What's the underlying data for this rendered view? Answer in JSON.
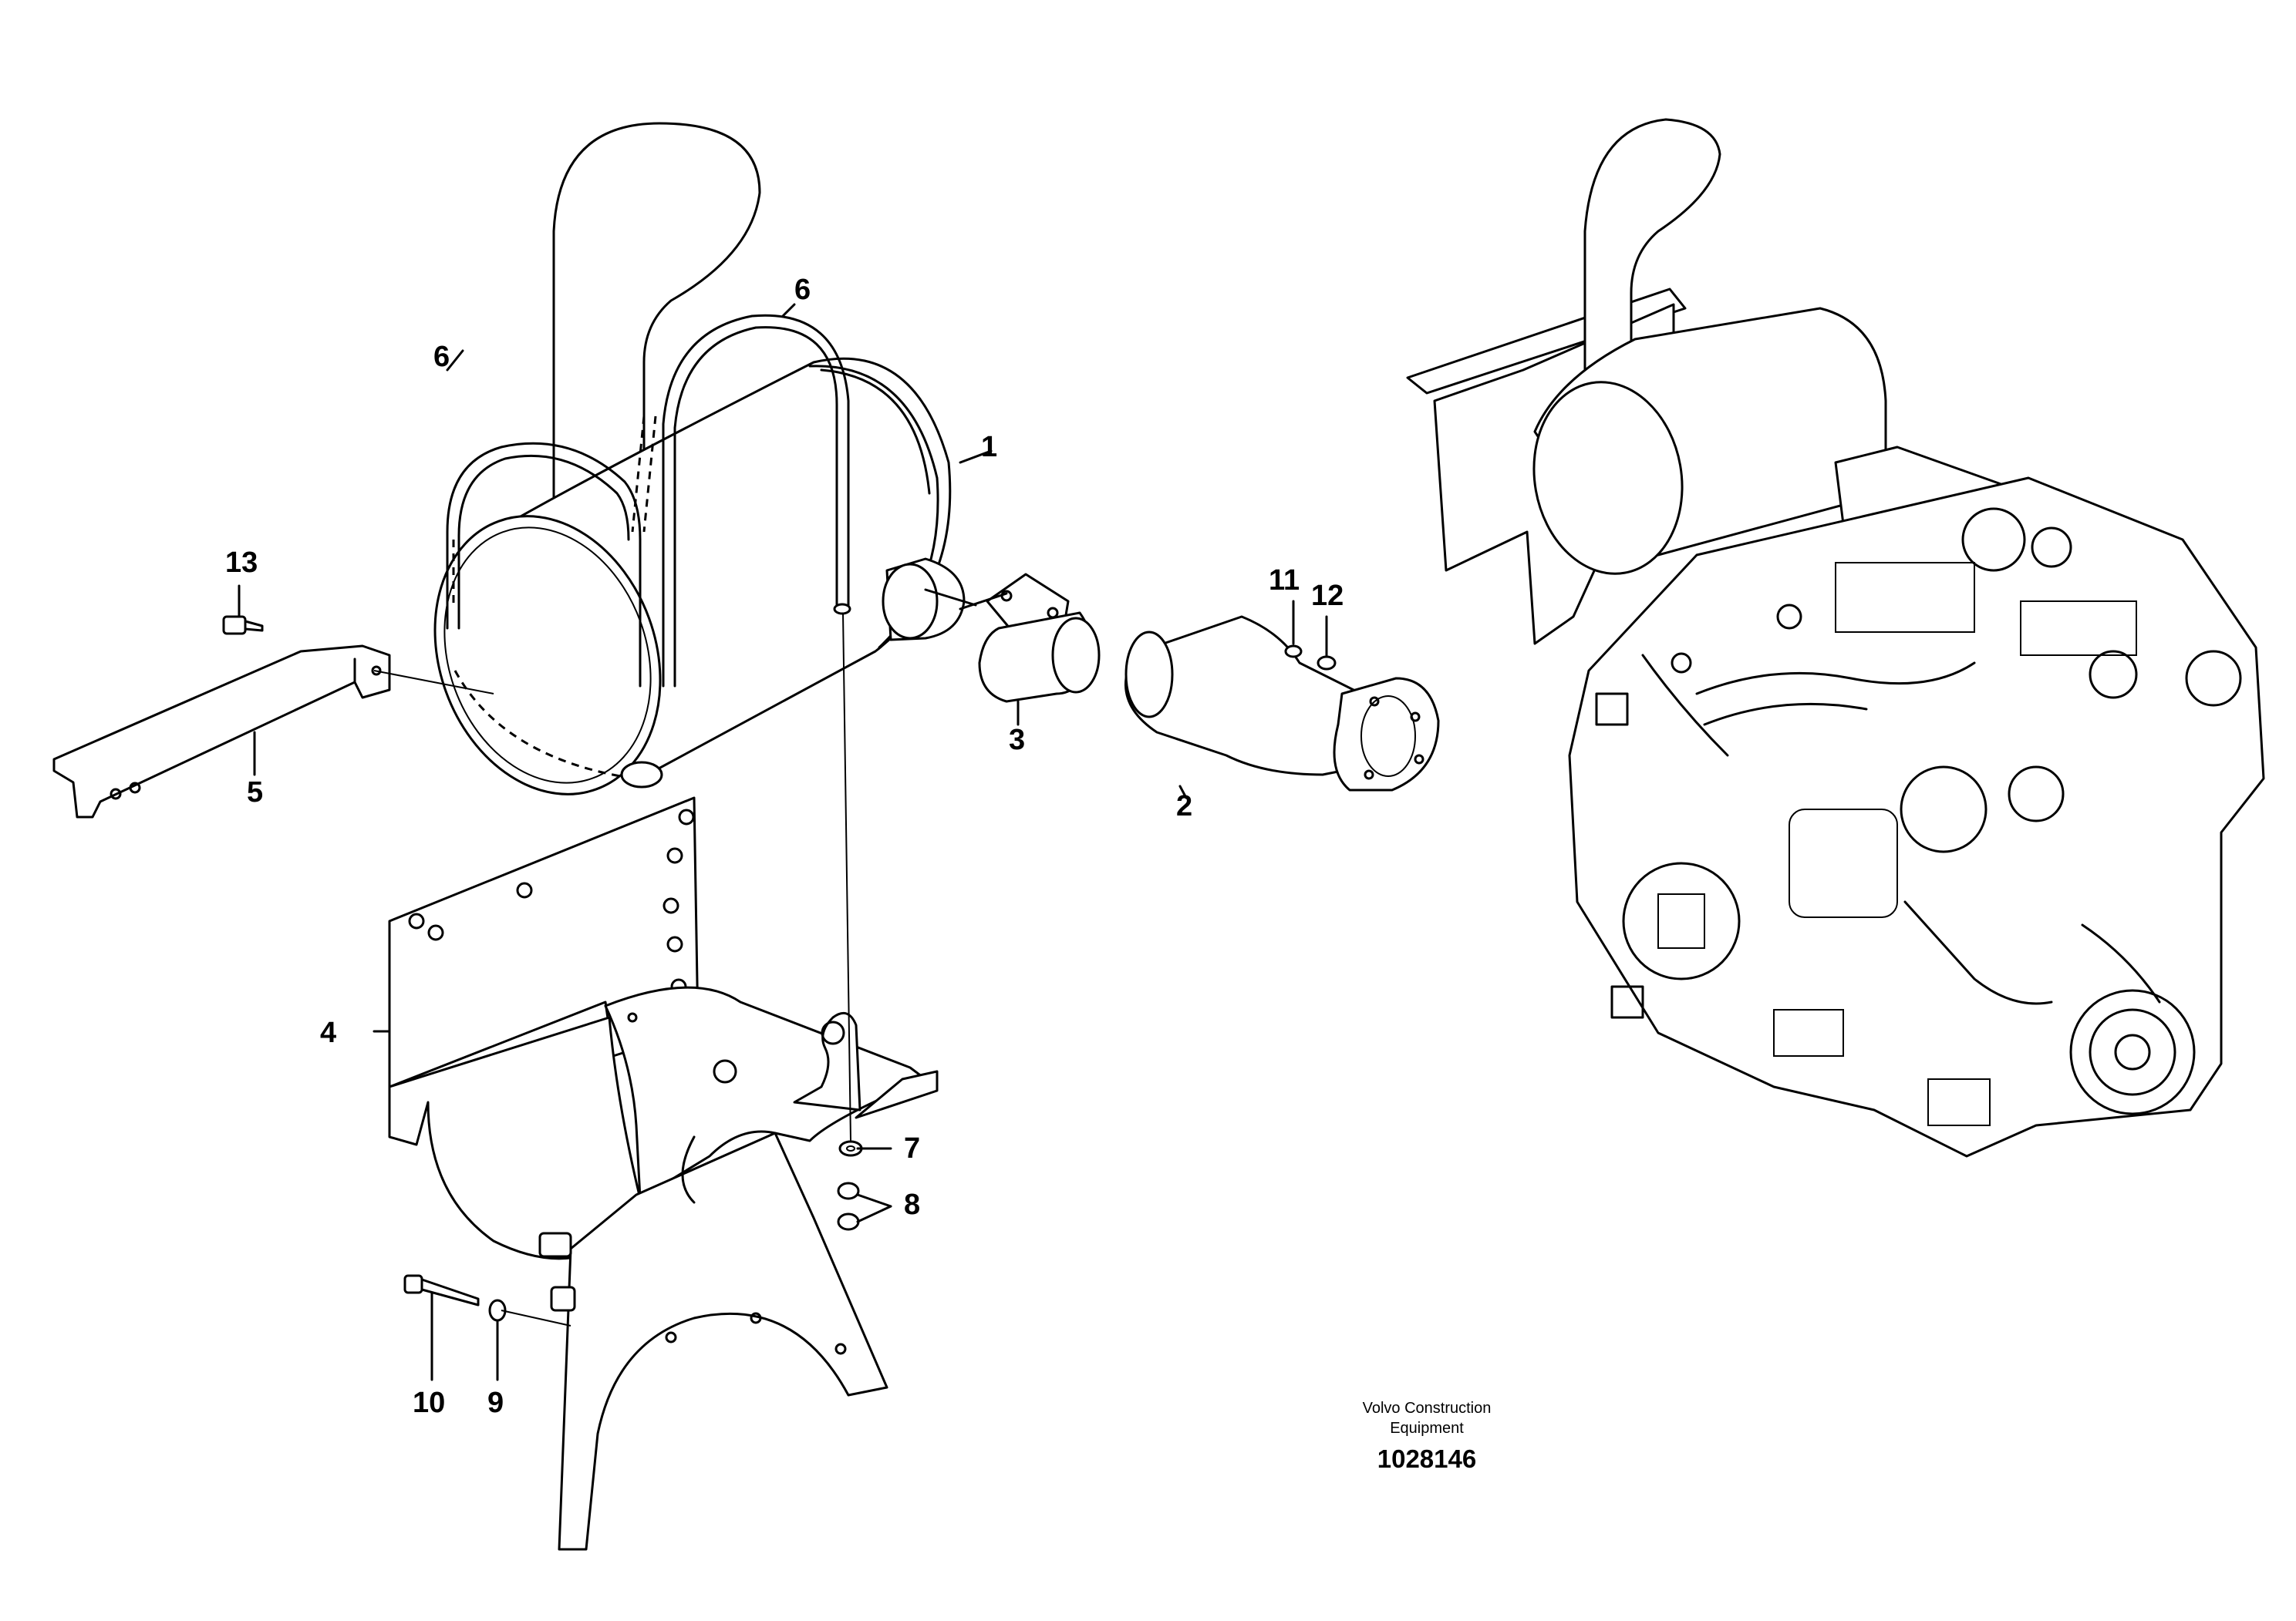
{
  "callouts": {
    "c1": "1",
    "c2": "2",
    "c3": "3",
    "c4": "4",
    "c5": "5",
    "c6a": "6",
    "c6b": "6",
    "c7": "7",
    "c8": "8",
    "c9": "9",
    "c10": "10",
    "c11": "11",
    "c12": "12",
    "c13": "13"
  },
  "caption": {
    "line1": "Volvo Construction",
    "line2": "Equipment",
    "number": "1028146"
  }
}
